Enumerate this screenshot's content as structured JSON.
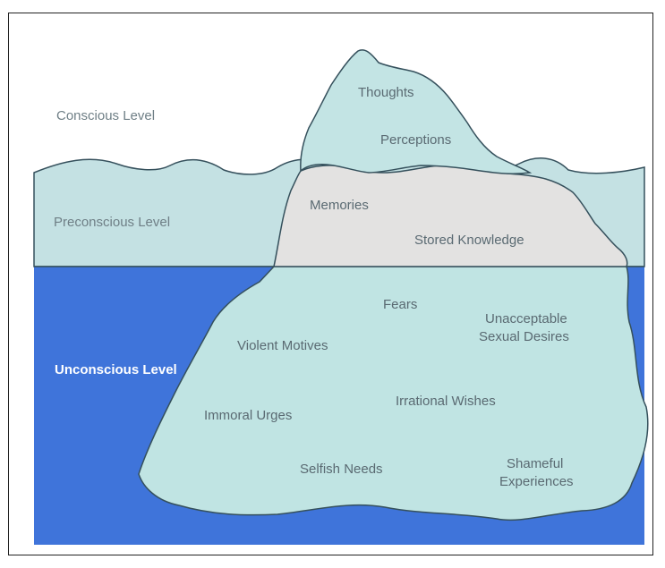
{
  "diagram": {
    "levels": {
      "conscious": "Conscious Level",
      "preconscious": "Preconscious Level",
      "unconscious": "Unconscious Level"
    },
    "conscious_items": [
      "Thoughts",
      "Perceptions"
    ],
    "preconscious_items": [
      "Memories",
      "Stored Knowledge"
    ],
    "unconscious_items": {
      "fears": "Fears",
      "unacceptable_1": "Unacceptable",
      "unacceptable_2": "Sexual Desires",
      "violent": "Violent Motives",
      "immoral": "Immoral Urges",
      "irrational": "Irrational Wishes",
      "selfish": "Selfish Needs",
      "shameful_1": "Shameful",
      "shameful_2": "Experiences"
    },
    "colors": {
      "sky": "#ffffff",
      "preconscious_water": "#c4e1e3",
      "unconscious_water": "#3f74da",
      "iceberg_top": "#c3e4e4",
      "iceberg_middle": "#e3e2e1",
      "iceberg_bottom": "#c0e4e3",
      "outline": "#35505c"
    }
  }
}
